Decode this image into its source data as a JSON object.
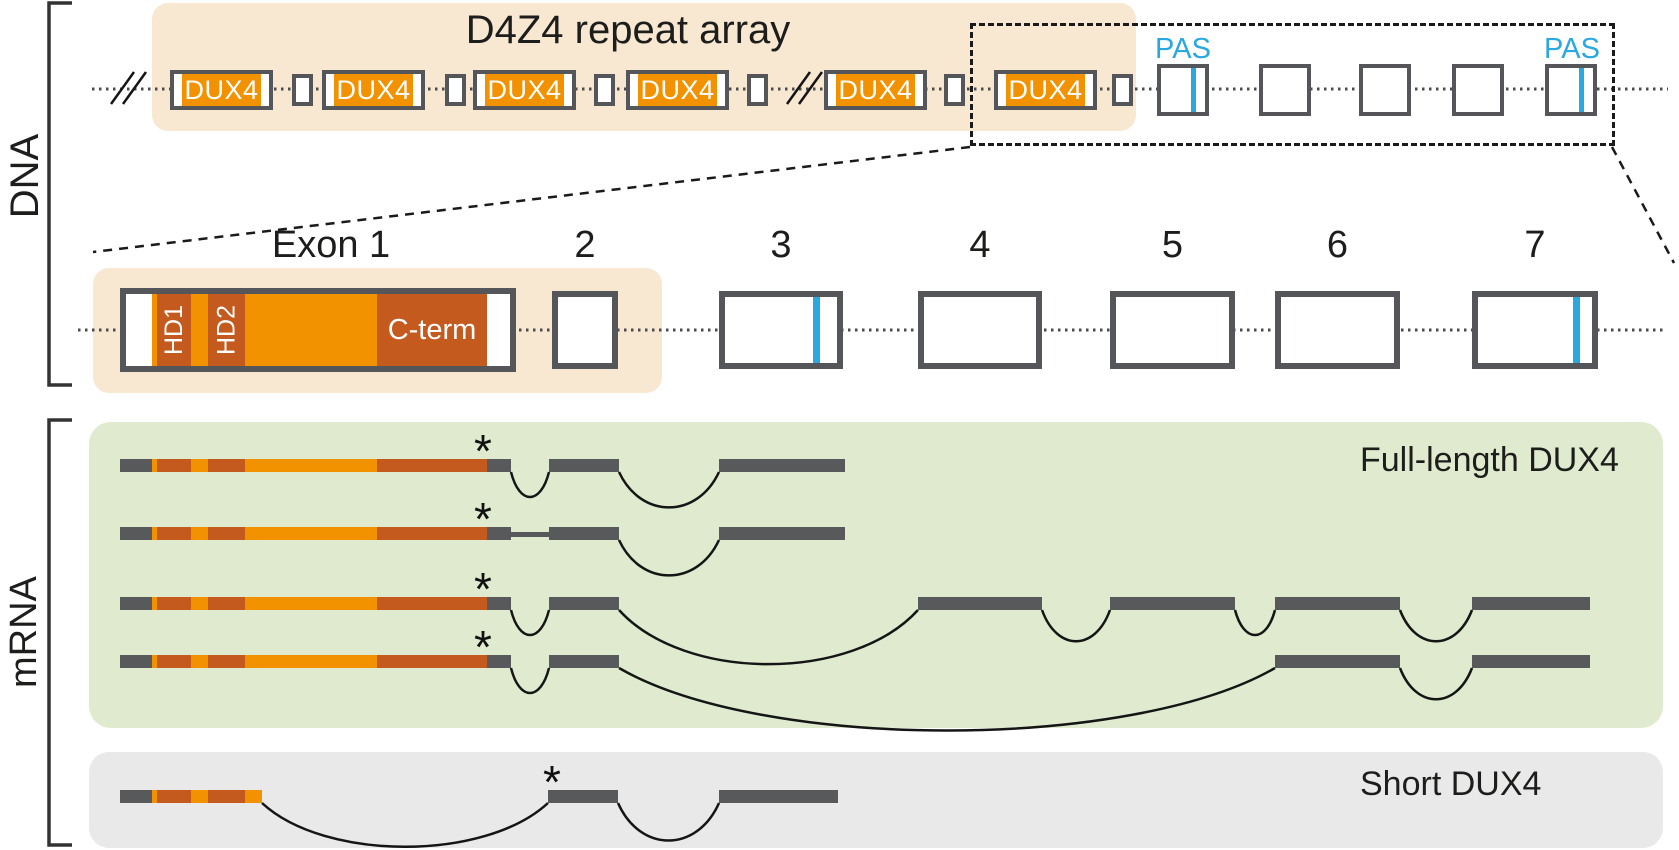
{
  "figure": {
    "section_labels": {
      "dna": "DNA",
      "mrna": "mRNA"
    },
    "dna_row": {
      "title": "D4Z4 repeat array",
      "repeat_label": "DUX4",
      "repeats_shown": 6,
      "pas_label": "PAS",
      "pas_sites_shown": 2
    },
    "exon_row": {
      "exon1_label": "Exon 1",
      "exon_numbers": [
        "2",
        "3",
        "4",
        "5",
        "6",
        "7"
      ],
      "hd1_label": "HD1",
      "hd2_label": "HD2",
      "cterm_label": "C-term"
    },
    "mrna_row": {
      "full_length_label": "Full-length DUX4",
      "short_label": "Short DUX4",
      "stop_symbol": "*",
      "full_length_transcripts": [
        {
          "exons": [
            "1",
            "2",
            "3"
          ]
        },
        {
          "exons": [
            "1",
            "intron 1 retained",
            "2",
            "3"
          ]
        },
        {
          "exons": [
            "1",
            "2",
            "4",
            "5",
            "6",
            "7"
          ]
        },
        {
          "exons": [
            "1",
            "2",
            "6",
            "7"
          ]
        }
      ],
      "short_transcript": {
        "exons": [
          "1 (truncated)",
          "2",
          "3"
        ]
      }
    },
    "colors": {
      "orange": "#F39200",
      "rust": "#C55A1E",
      "dark_gray": "#58595B",
      "box_border": "#55565A",
      "peach": "#F8E8D2",
      "green": "#DFEACE",
      "light_gray": "#E9E9E9",
      "blue": "#2AA9E0",
      "line_black": "#151515"
    }
  }
}
